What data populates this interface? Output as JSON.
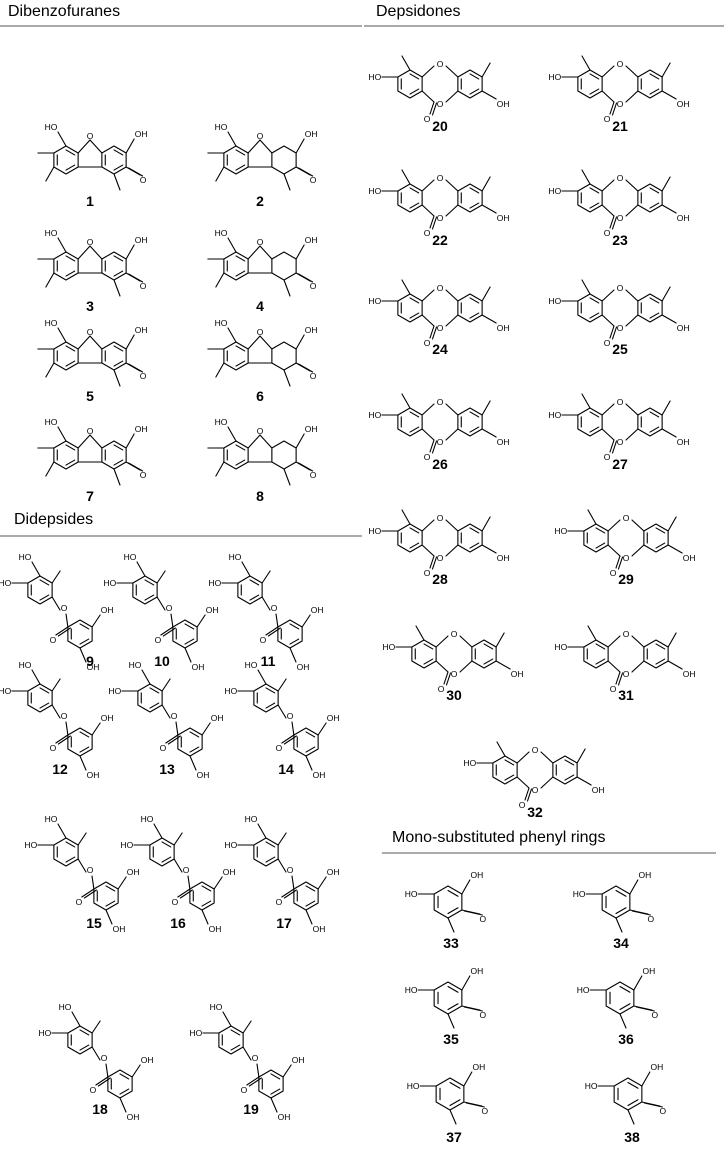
{
  "sections": [
    {
      "title": "Dibenzofuranes"
    },
    {
      "title": "Depsidones"
    },
    {
      "title": "Didepsides"
    },
    {
      "title": "Mono-substituted phenyl rings"
    }
  ],
  "atom_labels": {
    "oh": "OH",
    "ho": "HO",
    "o": "O"
  },
  "compounds": [
    {
      "label": "1",
      "family": "dibenzofurane"
    },
    {
      "label": "2",
      "family": "dibenzofurane"
    },
    {
      "label": "3",
      "family": "dibenzofurane"
    },
    {
      "label": "4",
      "family": "dibenzofurane"
    },
    {
      "label": "5",
      "family": "dibenzofurane"
    },
    {
      "label": "6",
      "family": "dibenzofurane"
    },
    {
      "label": "7",
      "family": "dibenzofurane"
    },
    {
      "label": "8",
      "family": "dibenzofurane"
    },
    {
      "label": "9",
      "family": "didepside"
    },
    {
      "label": "10",
      "family": "didepside"
    },
    {
      "label": "11",
      "family": "didepside"
    },
    {
      "label": "12",
      "family": "didepside"
    },
    {
      "label": "13",
      "family": "didepside"
    },
    {
      "label": "14",
      "family": "didepside"
    },
    {
      "label": "15",
      "family": "didepside"
    },
    {
      "label": "16",
      "family": "didepside"
    },
    {
      "label": "17",
      "family": "didepside"
    },
    {
      "label": "18",
      "family": "didepside"
    },
    {
      "label": "19",
      "family": "didepside"
    },
    {
      "label": "20",
      "family": "depsidone"
    },
    {
      "label": "21",
      "family": "depsidone"
    },
    {
      "label": "22",
      "family": "depsidone"
    },
    {
      "label": "23",
      "family": "depsidone"
    },
    {
      "label": "24",
      "family": "depsidone"
    },
    {
      "label": "25",
      "family": "depsidone"
    },
    {
      "label": "26",
      "family": "depsidone"
    },
    {
      "label": "27",
      "family": "depsidone"
    },
    {
      "label": "28",
      "family": "depsidone"
    },
    {
      "label": "29",
      "family": "depsidone"
    },
    {
      "label": "30",
      "family": "depsidone"
    },
    {
      "label": "31",
      "family": "depsidone"
    },
    {
      "label": "32",
      "family": "depsidone"
    },
    {
      "label": "33",
      "family": "mono"
    },
    {
      "label": "34",
      "family": "mono"
    },
    {
      "label": "35",
      "family": "mono"
    },
    {
      "label": "36",
      "family": "mono"
    },
    {
      "label": "37",
      "family": "mono"
    },
    {
      "label": "38",
      "family": "mono"
    }
  ]
}
